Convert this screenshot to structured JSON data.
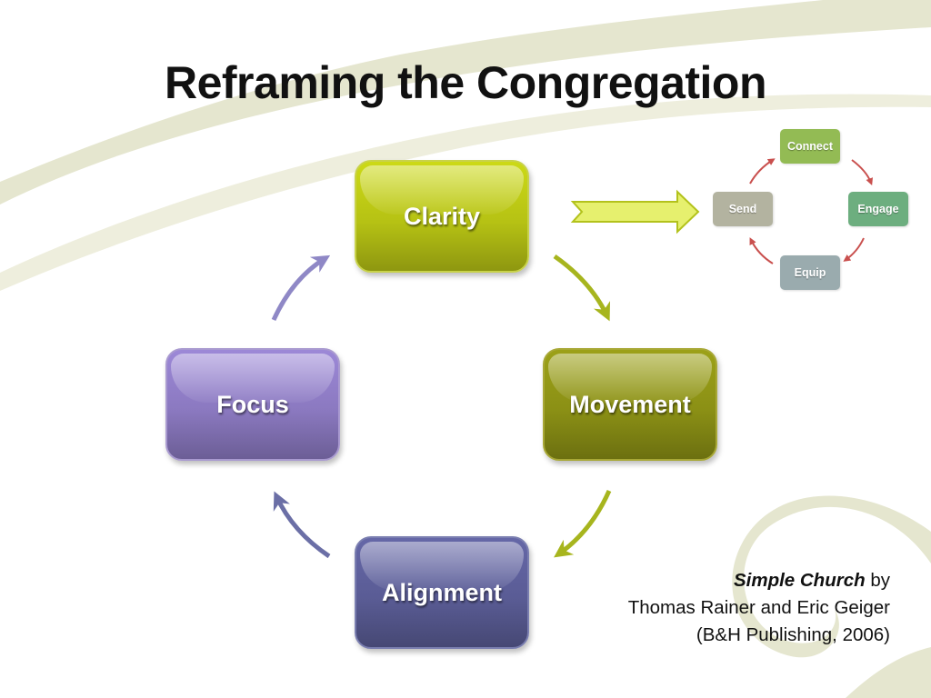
{
  "slide": {
    "title": "Reframing the Congregation"
  },
  "cycle": {
    "nodes": [
      {
        "label": "Clarity",
        "color": "#b6c214"
      },
      {
        "label": "Movement",
        "color": "#8b9015"
      },
      {
        "label": "Alignment",
        "color": "#5a5c95"
      },
      {
        "label": "Focus",
        "color": "#8b79c0"
      }
    ]
  },
  "mini_cycle": {
    "nodes": [
      {
        "label": "Connect",
        "color": "#93bb54"
      },
      {
        "label": "Engage",
        "color": "#6dae7f"
      },
      {
        "label": "Equip",
        "color": "#9aabae"
      },
      {
        "label": "Send",
        "color": "#b3b3a0"
      }
    ],
    "arrow_color": "#c9504e"
  },
  "citation": {
    "book": "Simple Church",
    "by": "by",
    "authors": "Thomas Rainer and Eric Geiger",
    "publisher": "(B&H Publishing, 2006)"
  },
  "colors": {
    "background_swirl": "#e5e6cf",
    "big_arrow_fill": "#e6f06e",
    "big_arrow_stroke": "#b3c21c"
  }
}
